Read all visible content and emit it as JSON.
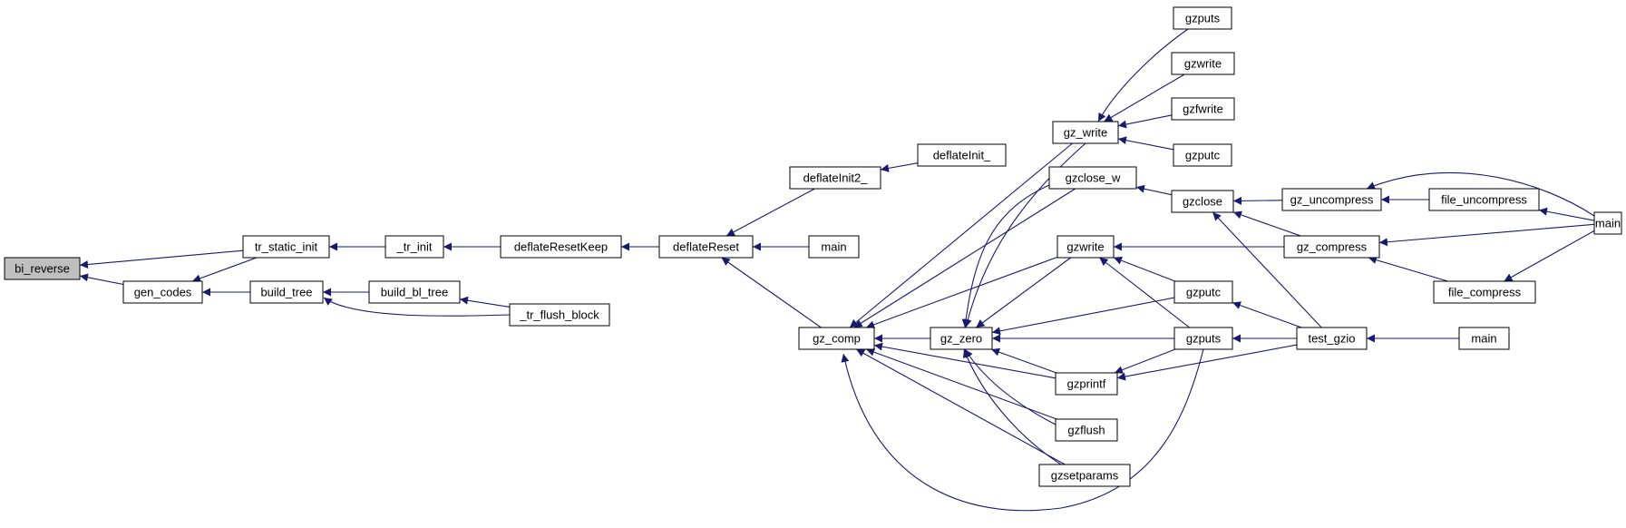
{
  "diagram": {
    "type": "call-graph",
    "edge_color": "#191970",
    "root_fill": "#bfbfbf",
    "nodes": [
      {
        "id": "bi_reverse",
        "label": "bi_reverse",
        "root": true
      },
      {
        "id": "tr_static_init",
        "label": "tr_static_init"
      },
      {
        "id": "gen_codes",
        "label": "gen_codes"
      },
      {
        "id": "build_tree",
        "label": "build_tree"
      },
      {
        "id": "tr_init",
        "label": "_tr_init"
      },
      {
        "id": "build_bl_tree",
        "label": "build_bl_tree"
      },
      {
        "id": "tr_flush_block",
        "label": "_tr_flush_block"
      },
      {
        "id": "deflateResetKeep",
        "label": "deflateResetKeep"
      },
      {
        "id": "deflateReset",
        "label": "deflateReset"
      },
      {
        "id": "deflateInit2_",
        "label": "deflateInit2_"
      },
      {
        "id": "deflateInit_",
        "label": "deflateInit_"
      },
      {
        "id": "main_a",
        "label": "main"
      },
      {
        "id": "gz_comp",
        "label": "gz_comp"
      },
      {
        "id": "gz_write",
        "label": "gz_write"
      },
      {
        "id": "gzclose_w",
        "label": "gzclose_w"
      },
      {
        "id": "gzwrite_b",
        "label": "gzwrite"
      },
      {
        "id": "gz_zero",
        "label": "gz_zero"
      },
      {
        "id": "gzprintf",
        "label": "gzprintf"
      },
      {
        "id": "gzflush",
        "label": "gzflush"
      },
      {
        "id": "gzsetparams",
        "label": "gzsetparams"
      },
      {
        "id": "gzputs_a",
        "label": "gzputs"
      },
      {
        "id": "gzwrite_a",
        "label": "gzwrite"
      },
      {
        "id": "gzfwrite",
        "label": "gzfwrite"
      },
      {
        "id": "gzputc_a",
        "label": "gzputc"
      },
      {
        "id": "gzclose",
        "label": "gzclose"
      },
      {
        "id": "gzputc_b",
        "label": "gzputc"
      },
      {
        "id": "gzputs_b",
        "label": "gzputs"
      },
      {
        "id": "gz_uncompress",
        "label": "gz_uncompress"
      },
      {
        "id": "gz_compress",
        "label": "gz_compress"
      },
      {
        "id": "test_gzio",
        "label": "test_gzio"
      },
      {
        "id": "file_uncompress",
        "label": "file_uncompress"
      },
      {
        "id": "file_compress",
        "label": "file_compress"
      },
      {
        "id": "main_b",
        "label": "main"
      },
      {
        "id": "main_c",
        "label": "main"
      }
    ],
    "edges": [
      {
        "from": "tr_static_init",
        "to": "bi_reverse"
      },
      {
        "from": "gen_codes",
        "to": "bi_reverse"
      },
      {
        "from": "tr_static_init",
        "to": "gen_codes"
      },
      {
        "from": "build_tree",
        "to": "gen_codes"
      },
      {
        "from": "tr_init",
        "to": "tr_static_init"
      },
      {
        "from": "build_bl_tree",
        "to": "build_tree"
      },
      {
        "from": "tr_flush_block",
        "to": "build_tree"
      },
      {
        "from": "deflateResetKeep",
        "to": "tr_init"
      },
      {
        "from": "tr_flush_block",
        "to": "build_bl_tree"
      },
      {
        "from": "deflateReset",
        "to": "deflateResetKeep"
      },
      {
        "from": "deflateInit2_",
        "to": "deflateReset"
      },
      {
        "from": "main_a",
        "to": "deflateReset"
      },
      {
        "from": "gz_comp",
        "to": "deflateReset"
      },
      {
        "from": "deflateInit_",
        "to": "deflateInit2_"
      },
      {
        "from": "gz_write",
        "to": "gz_comp"
      },
      {
        "from": "gzclose_w",
        "to": "gz_comp"
      },
      {
        "from": "gzwrite_b",
        "to": "gz_comp"
      },
      {
        "from": "gz_zero",
        "to": "gz_comp"
      },
      {
        "from": "gzprintf",
        "to": "gz_comp"
      },
      {
        "from": "gzflush",
        "to": "gz_comp"
      },
      {
        "from": "gzsetparams",
        "to": "gz_comp"
      },
      {
        "from": "gzputs_b",
        "to": "gz_comp"
      },
      {
        "from": "gzputs_a",
        "to": "gz_write"
      },
      {
        "from": "gzwrite_a",
        "to": "gz_write"
      },
      {
        "from": "gzfwrite",
        "to": "gz_write"
      },
      {
        "from": "gzputc_a",
        "to": "gz_write"
      },
      {
        "from": "gz_write",
        "to": "gz_zero"
      },
      {
        "from": "gzclose_w",
        "to": "gz_zero"
      },
      {
        "from": "gzwrite_b",
        "to": "gz_zero"
      },
      {
        "from": "gzputc_b",
        "to": "gz_zero"
      },
      {
        "from": "gzputs_b",
        "to": "gz_zero"
      },
      {
        "from": "gzprintf",
        "to": "gz_zero"
      },
      {
        "from": "gzflush",
        "to": "gz_zero"
      },
      {
        "from": "gzsetparams",
        "to": "gz_zero"
      },
      {
        "from": "gzclose",
        "to": "gzclose_w"
      },
      {
        "from": "gz_compress",
        "to": "gzwrite_b"
      },
      {
        "from": "gzputc_b",
        "to": "gzwrite_b"
      },
      {
        "from": "gzputs_b",
        "to": "gzwrite_b"
      },
      {
        "from": "gzputs_b",
        "to": "gzprintf"
      },
      {
        "from": "test_gzio",
        "to": "gzprintf"
      },
      {
        "from": "gz_uncompress",
        "to": "gzclose"
      },
      {
        "from": "gz_compress",
        "to": "gzclose"
      },
      {
        "from": "test_gzio",
        "to": "gzclose"
      },
      {
        "from": "test_gzio",
        "to": "gzputc_b"
      },
      {
        "from": "test_gzio",
        "to": "gzputs_b"
      },
      {
        "from": "file_uncompress",
        "to": "gz_uncompress"
      },
      {
        "from": "main_b",
        "to": "gz_uncompress"
      },
      {
        "from": "main_b",
        "to": "gz_compress"
      },
      {
        "from": "file_compress",
        "to": "gz_compress"
      },
      {
        "from": "main_b",
        "to": "file_uncompress"
      },
      {
        "from": "main_b",
        "to": "file_compress"
      },
      {
        "from": "main_c",
        "to": "test_gzio"
      }
    ]
  }
}
